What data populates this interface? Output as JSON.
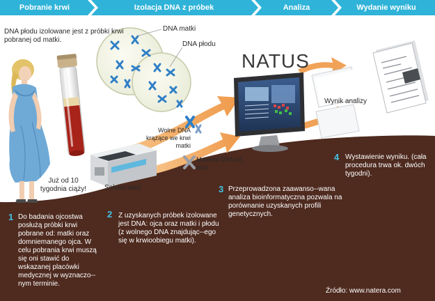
{
  "steps": [
    {
      "label": "Pobranie krwi"
    },
    {
      "label": "Izolacja DNA z próbek"
    },
    {
      "label": "Analiza"
    },
    {
      "label": "Wydanie wyniku"
    }
  ],
  "captions": {
    "isolated_dna": "DNA płodu izolowane jest z próbki krwi pobranej od matki.",
    "mother_dna": "DNA matki",
    "fetal_dna": "DNA płodu",
    "brand": "NATUS",
    "result": "Wynik analizy",
    "free_dna": "Wolne DNA krążące we krwi matki",
    "father_dna": "Materiał DNA od ojca",
    "sequencer": "Sekwenator",
    "weeks": "Już od 10 tygodnia ciąży!"
  },
  "panels": [
    {
      "number": "1",
      "text": "Do badania ojcostwa posłużą próbki krwi pobrane od: matki oraz domniemanego ojca. W celu pobrania krwi muszą się oni stawić do wskazanej placówki medycznej w wyznaczo--nym terminie."
    },
    {
      "number": "2",
      "text": "Z uzyskanych próbek izolowane jest DNA: ojca oraz matki i płodu (z wolnego DNA znajdując--ego się w krwioobiegu matki)."
    },
    {
      "number": "3",
      "text": "Przeprowadzona zaawanso--wana analiza bioinformatyczna pozwala na porównanie uzyskanych profili genetycznych."
    },
    {
      "number": "4",
      "text": "Wystawienie wyniku. (cała procedura trwa ok. dwóch tygodni)."
    }
  ],
  "source": "Źródło: www.natera.com",
  "colors": {
    "header": "#2fb3d8",
    "brown": "#4e2a1f",
    "accent": "#43c3e4",
    "arrow": "#f0a257",
    "blood": "#a8231a"
  }
}
